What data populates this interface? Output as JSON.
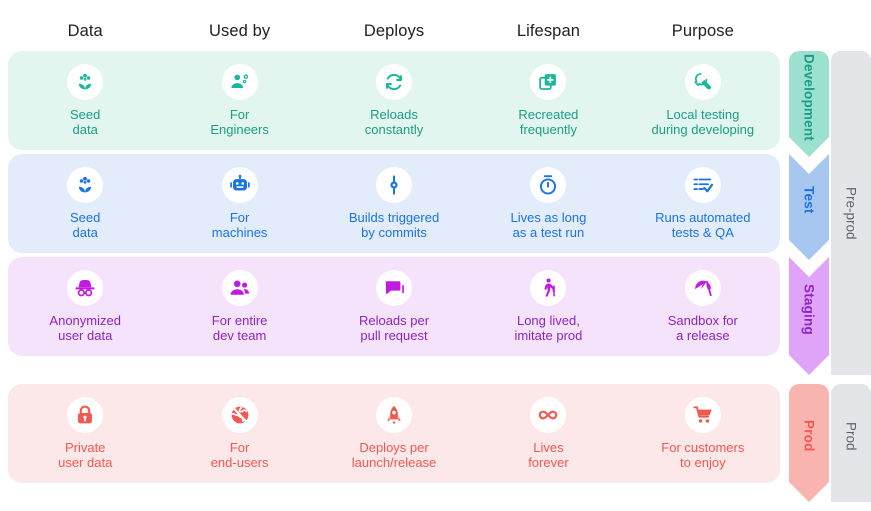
{
  "columns": [
    {
      "label": "Data"
    },
    {
      "label": "Used by"
    },
    {
      "label": "Deploys"
    },
    {
      "label": "Lifespan"
    },
    {
      "label": "Purpose"
    }
  ],
  "rows": [
    {
      "stage": "Development",
      "bg": "#e2f5ef",
      "accent": "#19b89a",
      "text": "#1a9e86",
      "chevron": "#9ce0cf",
      "cells": [
        {
          "icon": "flower-seed-icon",
          "label": "Seed\ndata"
        },
        {
          "icon": "engineer-person-gears-icon",
          "label": "For\nEngineers"
        },
        {
          "icon": "refresh-loop-icon",
          "label": "Reloads\nconstantly"
        },
        {
          "icon": "copy-plus-icon",
          "label": "Recreated\nfrequently"
        },
        {
          "icon": "wrench-icon",
          "label": "Local testing\nduring developing"
        }
      ]
    },
    {
      "stage": "Test",
      "bg": "#e3ecfb",
      "accent": "#1a73e8",
      "text": "#1a73e8",
      "chevron": "#a8c7f0",
      "cells": [
        {
          "icon": "flower-seed-icon",
          "label": "Seed\ndata"
        },
        {
          "icon": "robot-icon",
          "label": "For\nmachines"
        },
        {
          "icon": "commit-node-icon",
          "label": "Builds triggered\nby commits"
        },
        {
          "icon": "stopwatch-icon",
          "label": "Lives as long\nas a test run"
        },
        {
          "icon": "checklist-icon",
          "label": "Runs automated\ntests & QA"
        }
      ]
    },
    {
      "stage": "Staging",
      "bg": "#f4e3fb",
      "accent": "#c11ae0",
      "text": "#8e24c4",
      "chevron": "#dfa4f8",
      "cells": [
        {
          "icon": "incognito-hat-glasses-icon",
          "label": "Anonymized\nuser data"
        },
        {
          "icon": "group-people-icon",
          "label": "For entire\ndev team"
        },
        {
          "icon": "chat-bubble-icon",
          "label": "Reloads per\npull request"
        },
        {
          "icon": "walking-person-cane-icon",
          "label": "Long lived,\nimitate prod"
        },
        {
          "icon": "umbrella-icon",
          "label": "Sandbox for\na release"
        }
      ]
    },
    {
      "stage": "Prod",
      "bg": "#fce8e8",
      "accent": "#f4584f",
      "text": "#f4584f",
      "chevron": "#f9b4b0",
      "cells": [
        {
          "icon": "lock-icon",
          "label": "Private\nuser data"
        },
        {
          "icon": "globe-slash-icon",
          "label": "For\nend-users"
        },
        {
          "icon": "rocket-icon",
          "label": "Deploys per\nlaunch/release"
        },
        {
          "icon": "infinity-icon",
          "label": "Lives\nforever"
        },
        {
          "icon": "shopping-cart-icon",
          "label": "For customers\nto enjoy"
        }
      ]
    }
  ],
  "groups": [
    {
      "label": "Pre-prod"
    },
    {
      "label": "Prod"
    }
  ]
}
